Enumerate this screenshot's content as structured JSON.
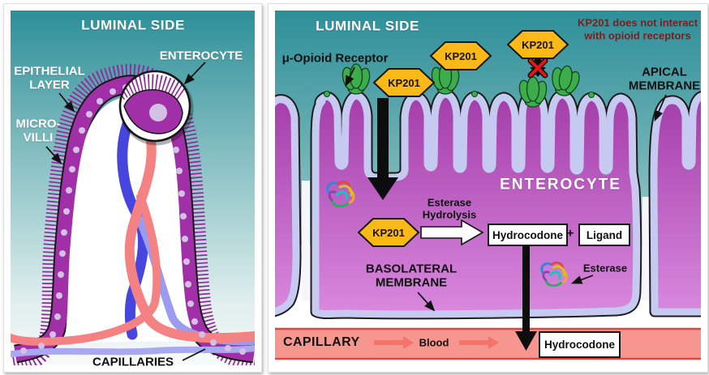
{
  "left_panel": {
    "title": "LUMINAL SIDE",
    "labels": {
      "enterocyte": "ENTEROCYTE",
      "epithelial_line1": "EPITHELIAL",
      "epithelial_line2": "LAYER",
      "microvilli_line1": "MICRO-",
      "microvilli_line2": "VILLI",
      "capillaries": "CAPILLARIES"
    }
  },
  "right_panel": {
    "title": "LUMINAL SIDE",
    "note_line1": "KP201 does not interact",
    "note_line2": "with opioid receptors",
    "labels": {
      "mu_opioid_receptor": "μ-Opioid Receptor",
      "apical_line1": "APICAL",
      "apical_line2": "MEMBRANE",
      "enterocyte": "ENTEROCYTE",
      "esterase_hydrolysis_line1": "Esterase",
      "esterase_hydrolysis_line2": "Hydrolysis",
      "basolateral_line1": "BASOLATERAL",
      "basolateral_line2": "MEMBRANE",
      "esterase": "Esterase",
      "capillary": "CAPILLARY",
      "blood": "Blood",
      "plus": "+"
    },
    "molecules": {
      "kp201": "KP201",
      "hydrocodone": "Hydrocodone",
      "ligand": "Ligand"
    }
  },
  "colors": {
    "lumen_teal_top": "#2d8f99",
    "lumen_teal_light": "#a8cfd0",
    "cell_purple_top": "#a23aa8",
    "cell_purple_bottom": "#db8ce0",
    "membrane_lavender": "#c6c9f0",
    "hexagon_yellow": "#fbb917",
    "receptor_green": "#3bad4b",
    "capillary_pink": "#f7958f",
    "capillary_border": "#e0463c",
    "blood_arrow_pink": "#f4736b",
    "vessel_red": "#f58282",
    "vessel_blue": "#4646de",
    "note_maroon": "#7a1e1e",
    "red_x": "#e41613"
  }
}
